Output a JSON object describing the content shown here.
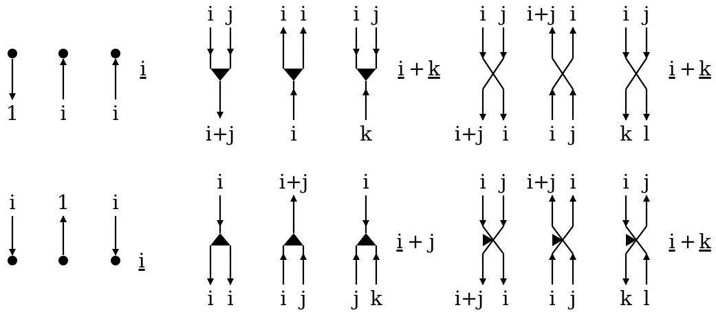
{
  "labels": {
    "row1": {
      "unit_down_bottom": "1",
      "unit_up_bottom": "i",
      "unit3_bottom": "i",
      "unit3_side": "i",
      "merge_top_left": "i",
      "merge_top_right": "j",
      "merge_bottom": "i+j",
      "cup_top_left": "i",
      "cup_top_right": "i",
      "cup_bottom": "i",
      "mixed_top_left": "i",
      "mixed_top_right": "j",
      "mixed_bottom": "k",
      "mixed_side_a": "i",
      "mixed_side_plus": "+",
      "mixed_side_b": "k",
      "cross1_top_left": "i",
      "cross1_top_right": "j",
      "cross1_bottom_left": "i+j",
      "cross1_bottom_right": "i",
      "cross2_top_left": "i+j",
      "cross2_top_right": "i",
      "cross2_bottom_left": "i",
      "cross2_bottom_right": "j",
      "cross3_top_left": "i",
      "cross3_top_right": "j",
      "cross3_bottom_left": "k",
      "cross3_bottom_right": "l",
      "cross3_side_a": "i",
      "cross3_side_plus": "+",
      "cross3_side_b": "k"
    },
    "row2": {
      "unit1_top": "i",
      "unit2_top": "1",
      "unit3_top": "i",
      "unit3_side": "i",
      "split_top": "i",
      "split_bottom_left": "i",
      "split_bottom_right": "i",
      "cap_top": "i+j",
      "cap_bottom_left": "i",
      "cap_bottom_right": "j",
      "mixed_top": "i",
      "mixed_bottom_left": "j",
      "mixed_bottom_right": "k",
      "mixed_side_a": "i",
      "mixed_side_plus": "+",
      "mixed_side_b": "j",
      "cross1_top_left": "i",
      "cross1_top_right": "j",
      "cross1_bottom_left": "i+j",
      "cross1_bottom_right": "i",
      "cross2_top_left": "i+j",
      "cross2_top_right": "i",
      "cross2_bottom_left": "i",
      "cross2_bottom_right": "j",
      "cross3_top_left": "i",
      "cross3_top_right": "j",
      "cross3_bottom_left": "k",
      "cross3_bottom_right": "l",
      "cross3_side_a": "i",
      "cross3_side_plus": "+",
      "cross3_side_b": "k"
    }
  }
}
